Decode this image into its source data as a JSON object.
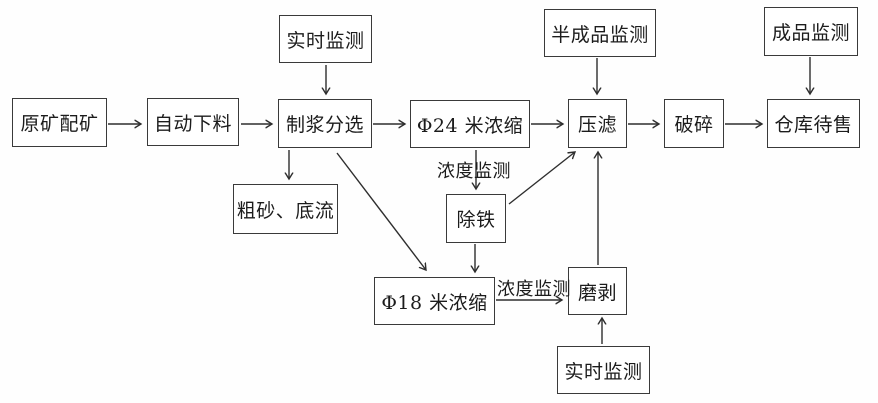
{
  "diagram": {
    "title": "mineral-processing-flowchart",
    "nodes": {
      "raw_ore_blending": {
        "label": "原矿配矿"
      },
      "auto_feeding": {
        "label": "自动下料"
      },
      "realtime_monitor_top": {
        "label": "实时监测"
      },
      "pulping_separation": {
        "label": "制浆分选"
      },
      "phi24_thickener": {
        "label": "Φ24 米浓缩"
      },
      "semi_product_monitor": {
        "label": "半成品监测"
      },
      "press_filter": {
        "label": "压滤"
      },
      "crushing": {
        "label": "破碎"
      },
      "product_monitor": {
        "label": "成品监测"
      },
      "warehouse_for_sale": {
        "label": "仓库待售"
      },
      "coarse_sand_underflow": {
        "label": "粗砂、底流"
      },
      "iron_removal": {
        "label": "除铁"
      },
      "phi18_thickener": {
        "label": "Φ18 米浓缩"
      },
      "grinding_peel": {
        "label": "磨剥"
      },
      "realtime_monitor_bottom": {
        "label": "实时监测"
      }
    },
    "edge_labels": {
      "concentration_monitor_1": "浓度监测",
      "concentration_monitor_2": "浓度监测"
    },
    "colors": {
      "line": "#2e2e2e",
      "box_border": "#3a3a3a",
      "text": "#1c1c1c",
      "background": "#fefefe"
    }
  }
}
